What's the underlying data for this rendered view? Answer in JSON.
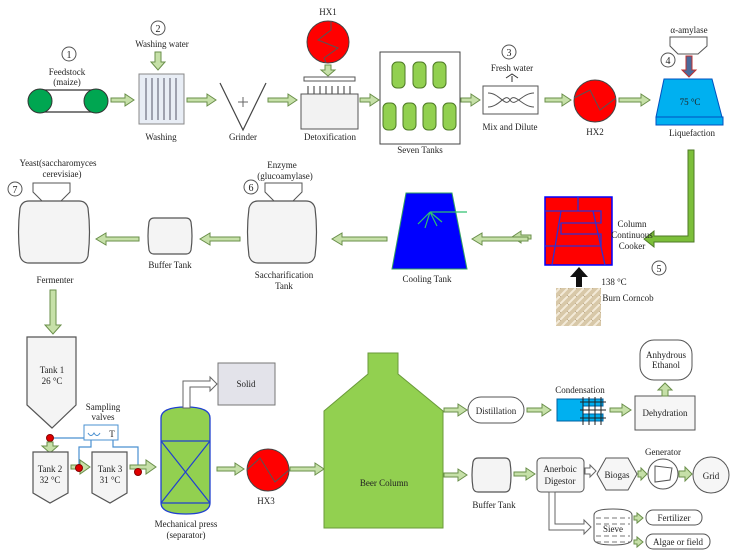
{
  "title": "Bioethanol production process flow from maize feedstock",
  "steps": {
    "s1": {
      "number": "1",
      "label_line1": "Feedstock",
      "label_line2": "(maize)"
    },
    "s2": {
      "number": "2",
      "label": "Washing water"
    },
    "washing": "Washing",
    "grinder": "Grinder",
    "hx1": "HX1",
    "detox": "Detoxification",
    "seven_tanks": "Seven Tanks",
    "s3": {
      "number": "3",
      "label": "Fresh water"
    },
    "mix": "Mix and Dilute",
    "hx2": "HX2",
    "s4": {
      "number": "4",
      "label": "α-amylase"
    },
    "liq_temp": "75 °C",
    "liquefaction": "Liquefaction",
    "cooker": {
      "line1": "Column",
      "line2": "Continuous",
      "line3": "Cooker"
    },
    "s5": {
      "number": "5"
    },
    "cooker_temp": "138 °C",
    "burn": "Burn Corncob",
    "cooling": "Cooling Tank",
    "s6": {
      "number": "6",
      "line1": "Enzyme",
      "line2": "(glucoamylase)"
    },
    "sacch": {
      "line1": "Saccharification",
      "line2": "Tank"
    },
    "buffer1": "Buffer Tank",
    "s7": {
      "number": "7",
      "line1": "Yeast(saccharomyces",
      "line2": "cerevisiae)"
    },
    "fermenter": "Fermenter",
    "tank1": {
      "name": "Tank 1",
      "temp": "26 °C"
    },
    "tank2": {
      "name": "Tank 2",
      "temp": "32 °C"
    },
    "tank3": {
      "name": "Tank 3",
      "temp": "31 °C"
    },
    "sampling": {
      "line1": "Sampling",
      "line2": "valves",
      "t": "T"
    },
    "press": {
      "line1": "Mechanical press",
      "line2": "(separator)"
    },
    "solid": "Solid",
    "hx3": "HX3",
    "beer": "Beer Column",
    "distillation": "Distillation",
    "condensation": "Condensation",
    "dehydration": "Dehydration",
    "ethanol": {
      "line1": "Anhydrous",
      "line2": "Ethanol"
    },
    "buffer2": "Buffer Tank",
    "digestor": {
      "line1": "Anerboic",
      "line2": "Digestor"
    },
    "biogas": "Biogas",
    "generator": "Generator",
    "grid": "Grid",
    "sieve": "Sieve",
    "fertilizer": "Fertilizer",
    "algae": "Algae or field"
  },
  "colors": {
    "heat_exchanger": "#ff0000",
    "green_tank": "#92d050",
    "blue_tank": "#0000ff",
    "liquefaction_blue": "#00b0f0",
    "arrow_fill": "#c6e0a8",
    "arrow_green": "#7cbf3a"
  }
}
